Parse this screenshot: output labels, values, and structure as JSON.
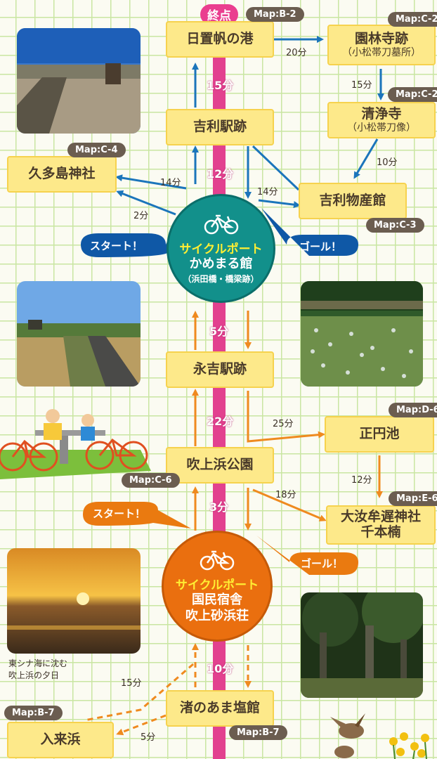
{
  "colors": {
    "blue": "#1b75bb",
    "orange": "#ef8a1f",
    "pink": "#e2418f",
    "teal": "#12908b",
    "orangeport": "#ea6f0f"
  },
  "end_label": "終点",
  "stops": {
    "hioki": {
      "name": "日置帆の港",
      "map": "Map:B-2"
    },
    "onrinji": {
      "name": "園林寺跡",
      "sub": "（小松帯刀墓所）",
      "map": "Map:C-2"
    },
    "seijoji": {
      "name": "清浄寺",
      "sub": "（小松帯刀像）",
      "map": "Map:C-2"
    },
    "yoshitoshi_station": {
      "name": "吉利駅跡"
    },
    "kutajima": {
      "name": "久多島神社",
      "map": "Map:C-4"
    },
    "yoshitoshi_bussan": {
      "name": "吉利物産館",
      "map": "Map:C-3"
    },
    "nagayoshi_station": {
      "name": "永吉駅跡"
    },
    "shoenike": {
      "name": "正円池",
      "map": "Map:D-6"
    },
    "fukiage_park": {
      "name": "吹上浜公園",
      "map": "Map:C-6"
    },
    "omuchi": {
      "name": "大汝牟遅神社",
      "name2": "千本楠",
      "map": "Map:E-6"
    },
    "nagisa": {
      "name": "渚のあま塩館",
      "map": "Map:B-7"
    },
    "irikihama": {
      "name": "入来浜",
      "map": "Map:B-7"
    }
  },
  "ports": {
    "kamemaru": {
      "kind": "サイクルポート",
      "name1": "かめまる館",
      "sub": "（浜田橋・橋梁跡）"
    },
    "kokumin": {
      "kind": "サイクルポート",
      "name1": "国民宿舎",
      "name2": "吹上砂浜荘"
    }
  },
  "spine_times": {
    "t1": "15分",
    "t2": "12分",
    "t3": "5分",
    "t4": "22分",
    "t5": "3分",
    "t6": "10分"
  },
  "times": {
    "hioki_onrinji": "20分",
    "onrinji_seijoji": "15分",
    "seijoji_bussan": "10分",
    "to_kutajima": "14分",
    "kamemaru_kutajima": "2分",
    "to_bussan": "14分",
    "nagayoshi_shoenike": "25分",
    "shoenike_omuchi": "12分",
    "park_omuchi": "18分",
    "to_irikihama": "15分",
    "nagisa_irikihama": "5分"
  },
  "callouts": {
    "start": "スタート！",
    "goal": "ゴール！"
  },
  "photo_caption": {
    "line1": "東シナ海に沈む",
    "line2": "吹上浜の夕日"
  }
}
